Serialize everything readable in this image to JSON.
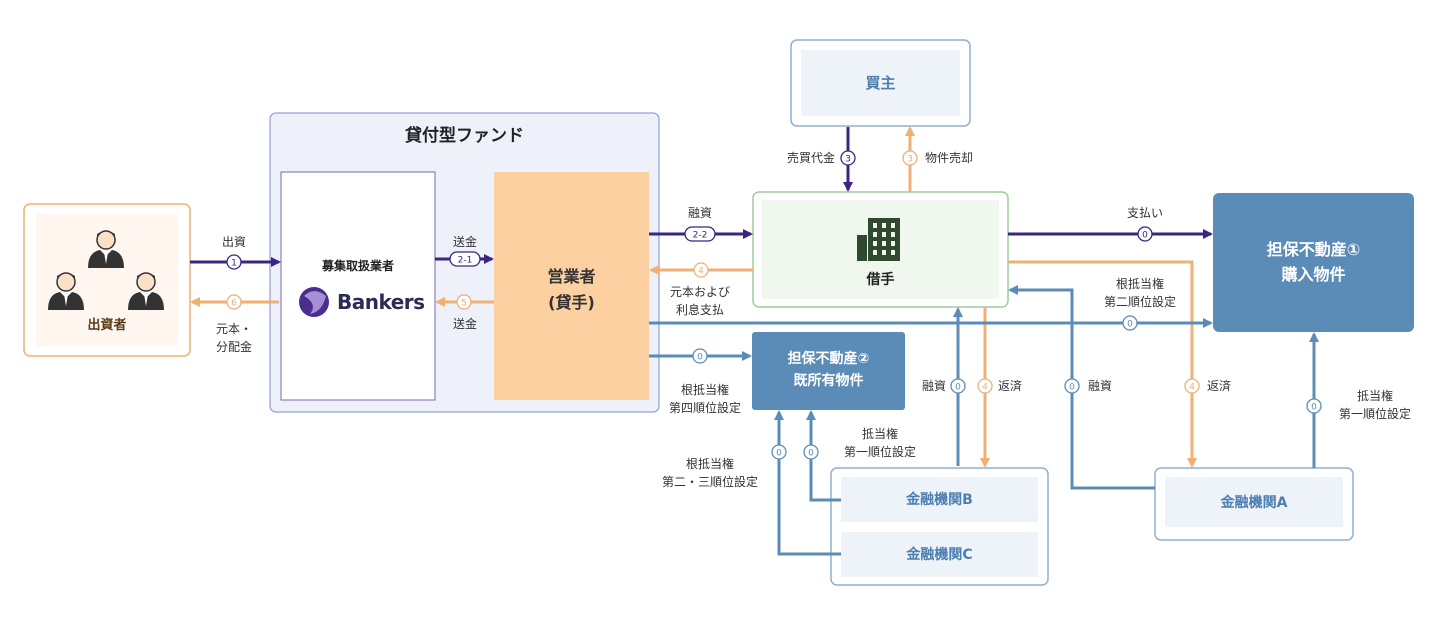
{
  "colors": {
    "purple": "#3b2482",
    "orange": "#efb072",
    "blue": "#5b8cb8",
    "green": "#8bbf8a",
    "grey": "#999999"
  },
  "investors": {
    "label": "出資者",
    "icon": "investors-people-icon"
  },
  "fund": {
    "title": "貸付型ファンド"
  },
  "platform": {
    "label": "募集取扱業者",
    "brand": "Bankers"
  },
  "operator": {
    "line1": "営業者",
    "line2": "(貸手)"
  },
  "buyer": {
    "label": "買主"
  },
  "borrower": {
    "label": "借手",
    "icon": "office-building-icon"
  },
  "collateral1": {
    "line1": "担保不動産①",
    "line2": "購入物件"
  },
  "collateral2": {
    "line1": "担保不動産②",
    "line2": "既所有物件"
  },
  "bankA": {
    "label": "金融機関A"
  },
  "bankB": {
    "label": "金融機関B"
  },
  "bankC": {
    "label": "金融機関C"
  },
  "labels": {
    "invest": "出資",
    "principal_dist_1": "元本・",
    "principal_dist_2": "分配金",
    "remit_a": "送金",
    "remit_b": "送金",
    "loan": "融資",
    "repay_1": "元本および",
    "repay_2": "利息支払",
    "sale_price": "売買代金",
    "property_sale": "物件売却",
    "payment": "支払い",
    "lien_2nd_1": "根抵当権",
    "lien_2nd_2": "第二順位設定",
    "lien_4th_1": "根抵当権",
    "lien_4th_2": "第四順位設定",
    "lien_23_1": "根抵当権",
    "lien_23_2": "第二・三順位設定",
    "mortgage_1st_b_1": "抵当権",
    "mortgage_1st_b_2": "第一順位設定",
    "mortgage_1st_a_1": "抵当権",
    "mortgage_1st_a_2": "第一順位設定",
    "bank_loan_b": "融資",
    "bank_repay_b": "返済",
    "bank_loan_a": "融資",
    "bank_repay_a": "返済"
  },
  "steps": {
    "s1": "1",
    "s2_1": "2-1",
    "s2_2": "2-2",
    "s3a": "3",
    "s3b": "3",
    "s4": "4",
    "s4b": "4",
    "s4a": "4",
    "s5": "5",
    "s6": "6",
    "z_pay": "0",
    "z_lien2": "0",
    "z_lien4": "0",
    "z_lien23": "0",
    "z_m1b": "0",
    "z_loanb": "0",
    "z_loana": "0",
    "z_m1a": "0"
  }
}
